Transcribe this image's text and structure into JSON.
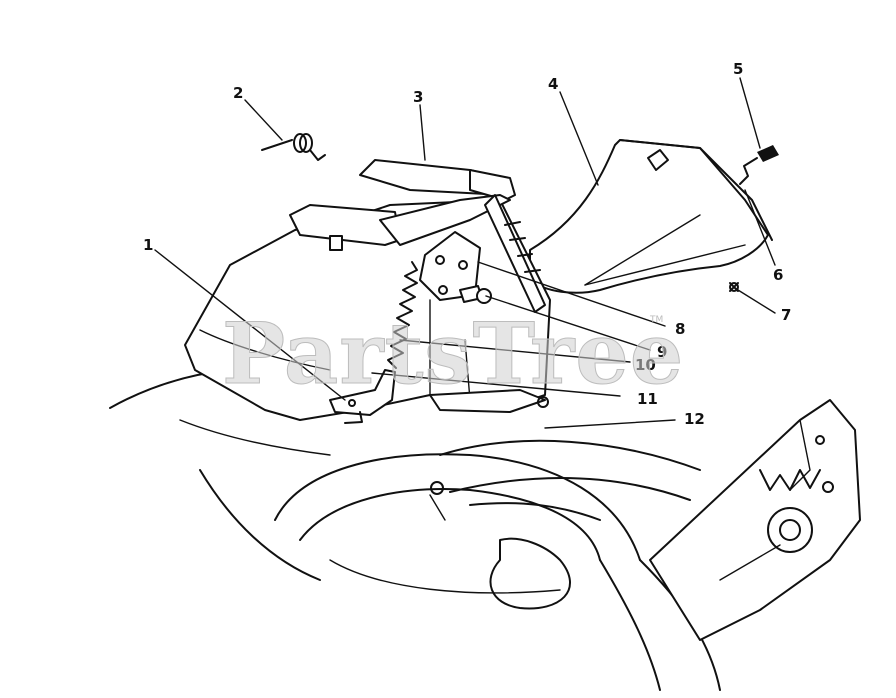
{
  "watermark": {
    "text": "PartsTree",
    "mark": "TM"
  },
  "callouts": [
    {
      "number": "1"
    },
    {
      "number": "2"
    },
    {
      "number": "3"
    },
    {
      "number": "4"
    },
    {
      "number": "5"
    },
    {
      "number": "6"
    },
    {
      "number": "7"
    },
    {
      "number": "8"
    },
    {
      "number": "9"
    },
    {
      "number": "10"
    },
    {
      "number": "11"
    },
    {
      "number": "12"
    }
  ]
}
